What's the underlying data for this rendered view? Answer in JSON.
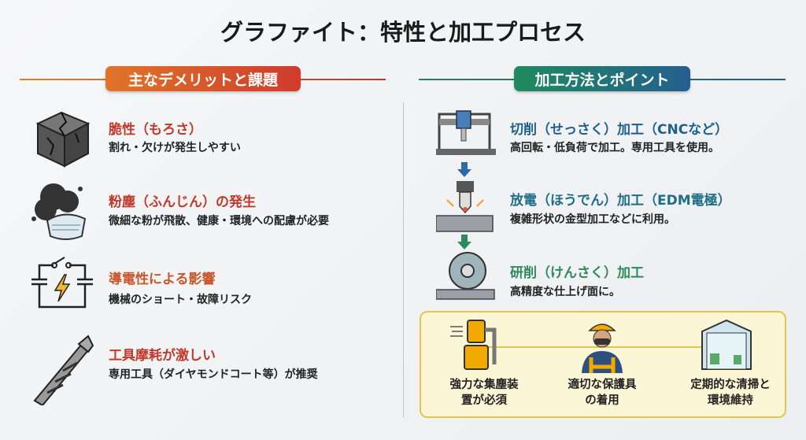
{
  "title": "グラファイト：特性と加工プロセス",
  "left": {
    "header": "主なデメリットと課題",
    "items": [
      {
        "title": "脆性（もろさ）",
        "desc": "割れ・欠けが発生しやすい",
        "icon": "cracked-cube-icon"
      },
      {
        "title": "粉塵（ふんじん）の発生",
        "desc": "微細な粉が飛散、健康・環境への配慮が必要",
        "icon": "dust-mask-icon"
      },
      {
        "title": "導電性による影響",
        "desc": "機械のショート・故障リスク",
        "icon": "circuit-lightning-icon"
      },
      {
        "title": "工具摩耗が激しい",
        "desc": "専用工具（ダイヤモンドコート等）が推奨",
        "icon": "drill-bit-icon"
      }
    ]
  },
  "right": {
    "header": "加工方法とポイント",
    "items": [
      {
        "title": "切削（せっさく）加工（CNCなど）",
        "desc": "高回転・低負荷で加工。専用工具を使用。",
        "color": "#1f5f8b"
      },
      {
        "title": "放電（ほうでん）加工（EDM電極）",
        "desc": "複雑形状の金型加工などに利用。",
        "color": "#1f6e86"
      },
      {
        "title": "研削（けんさく）加工",
        "desc": "高精度な仕上げ面に。",
        "color": "#2e8a5a"
      }
    ],
    "safety": [
      {
        "label": "強力な集塵装置が必須",
        "line1": "強力な集塵装",
        "line2": "置が必須"
      },
      {
        "label": "適切な保護具の着用",
        "line1": "適切な保護具",
        "line2": "の着用"
      },
      {
        "label": "定期的な清掃と環境維持",
        "line1": "定期的な清掃と",
        "line2": "環境維持"
      }
    ]
  },
  "colors": {
    "left_accent": "#c0392b",
    "right_accent": "#1f7a6a",
    "box": "#fbf6d6"
  }
}
